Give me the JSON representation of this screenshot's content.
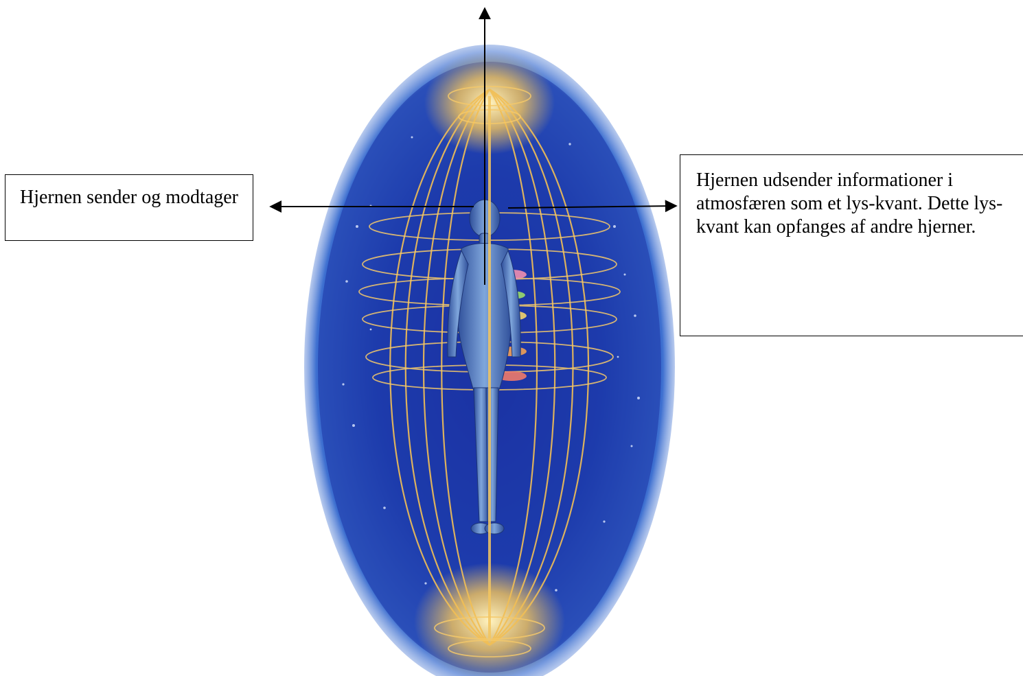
{
  "labels": {
    "left": "Hjernen sender og modtager",
    "right": "Hjernen udsender informationer i atmosfæren som et lys-kvant. Dette lys-kvant kan opfanges af andre hjerner."
  },
  "illustration": {
    "subject": "human-figure-in-energy-field",
    "colors": {
      "field_blue": "#1a3aa8",
      "deep_blue": "#0d1f7a",
      "light_gold": "#f3c35c",
      "figure_blue": "#5b86c9"
    }
  }
}
